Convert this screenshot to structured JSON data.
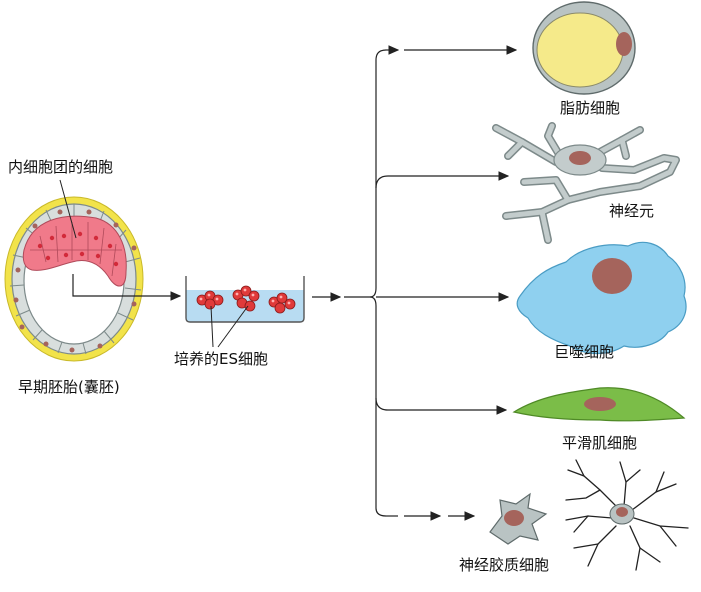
{
  "labels": {
    "icm": "内细胞团的细胞",
    "blastocyst": "早期胚胎(囊胚)",
    "es_cells": "培养的ES细胞",
    "fat_cell": "脂肪细胞",
    "neuron": "神经元",
    "macrophage": "巨噬细胞",
    "smooth_muscle": "平滑肌细胞",
    "glial": "神经胶质细胞"
  },
  "colors": {
    "yellow_ring": "#f2e34a",
    "fat_yellow": "#f5ea8a",
    "cell_gray": "#b9c3c3",
    "cell_outline": "#7d8a8a",
    "nucleus": "#a5645c",
    "icm_pink": "#f07a8a",
    "es_red": "#e03a3a",
    "dish_blue": "#b8dcf2",
    "macrophage_blue": "#8fd0ef",
    "muscle_green": "#7bbd48",
    "arrow": "#222222"
  }
}
